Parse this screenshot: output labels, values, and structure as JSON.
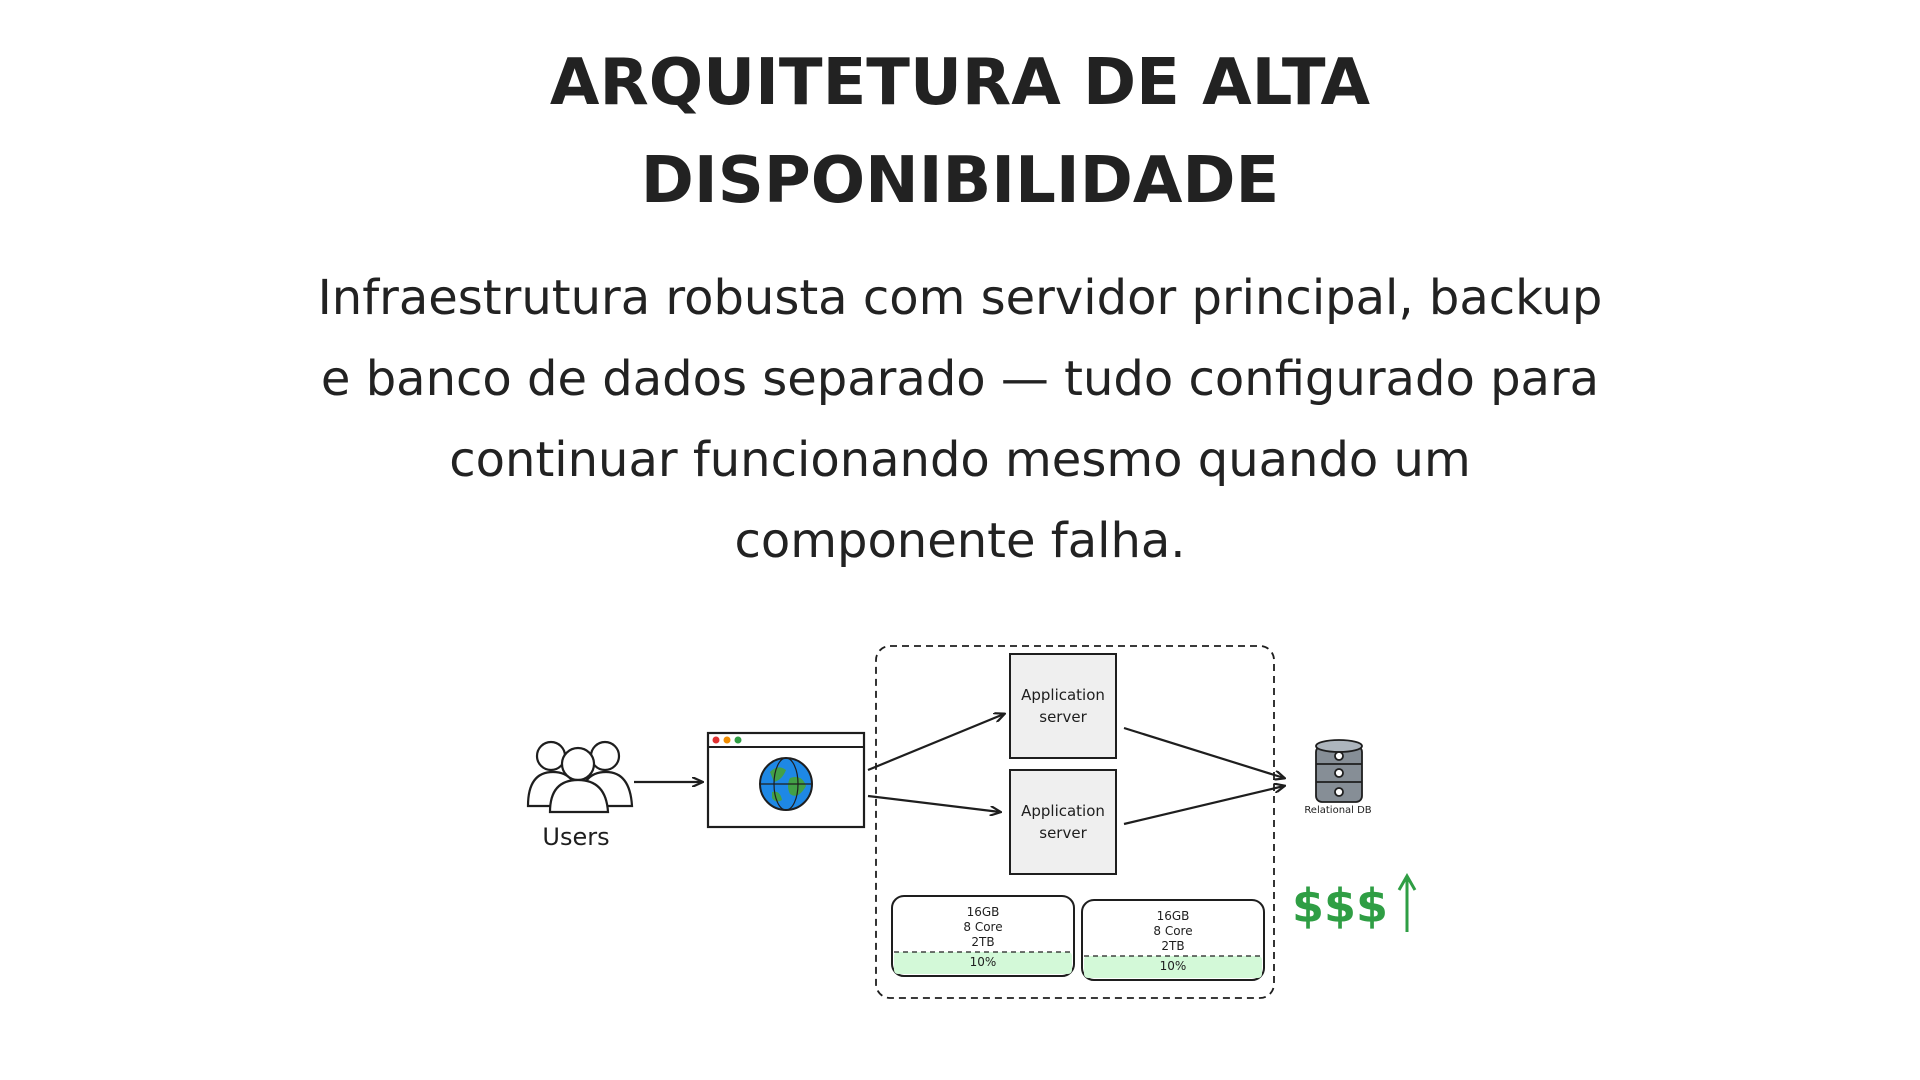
{
  "title": {
    "line1": "ARQUITETURA DE ALTA",
    "line2": "DISPONIBILIDADE"
  },
  "subtitle": {
    "line1": "Infraestrutura robusta com servidor principal, backup",
    "line2": "e banco de dados separado — tudo configurado para",
    "line3": "continuar funcionando mesmo quando um",
    "line4": "componente falha."
  },
  "diagram": {
    "users_label": "Users",
    "app_server_top": {
      "line1": "Application",
      "line2": "server"
    },
    "app_server_bottom": {
      "line1": "Application",
      "line2": "server"
    },
    "db_label": "Relational DB",
    "spec_left": {
      "ram": "16GB",
      "cores": "8 Core",
      "disk": "2TB",
      "usage": "10%",
      "usage_fraction": 0.1
    },
    "spec_right": {
      "ram": "16GB",
      "cores": "8 Core",
      "disk": "2TB",
      "usage": "10%",
      "usage_fraction": 0.1
    },
    "cost_label": "$$$",
    "colors": {
      "cost": "#2f9e44",
      "usage_fill": "#d3f9d8",
      "globe": "#1e88e5",
      "land": "#43a047",
      "box_fill": "#efefef"
    }
  }
}
